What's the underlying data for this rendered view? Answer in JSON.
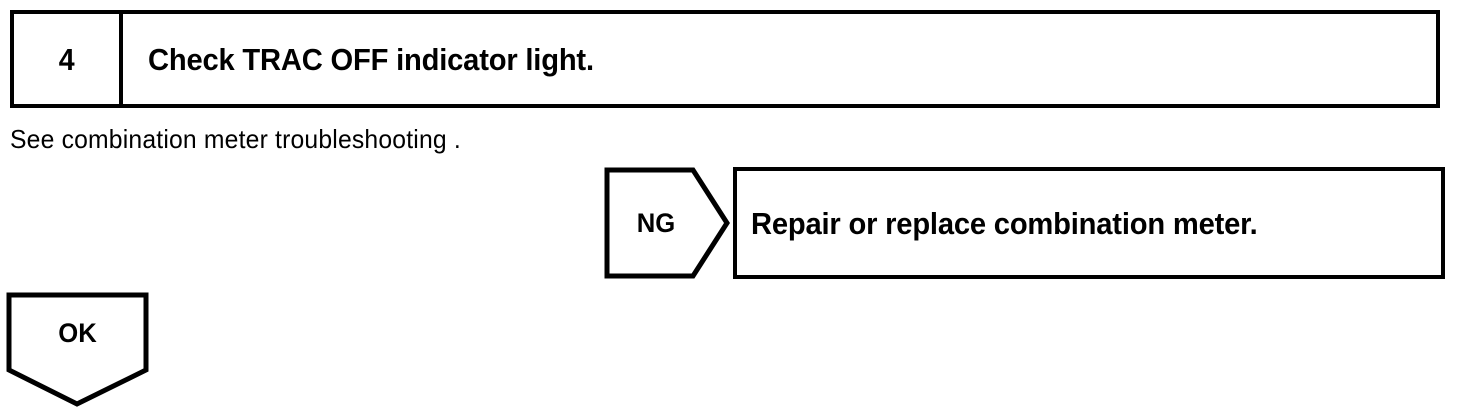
{
  "step": {
    "number": "4",
    "title": "Check TRAC OFF indicator light."
  },
  "note": {
    "text": "See combination meter troubleshooting ."
  },
  "branches": {
    "ng": {
      "label": "NG",
      "result": "Repair or replace combination meter."
    },
    "ok": {
      "label": "OK"
    }
  },
  "colors": {
    "ink": "#000000",
    "paper": "#ffffff"
  }
}
